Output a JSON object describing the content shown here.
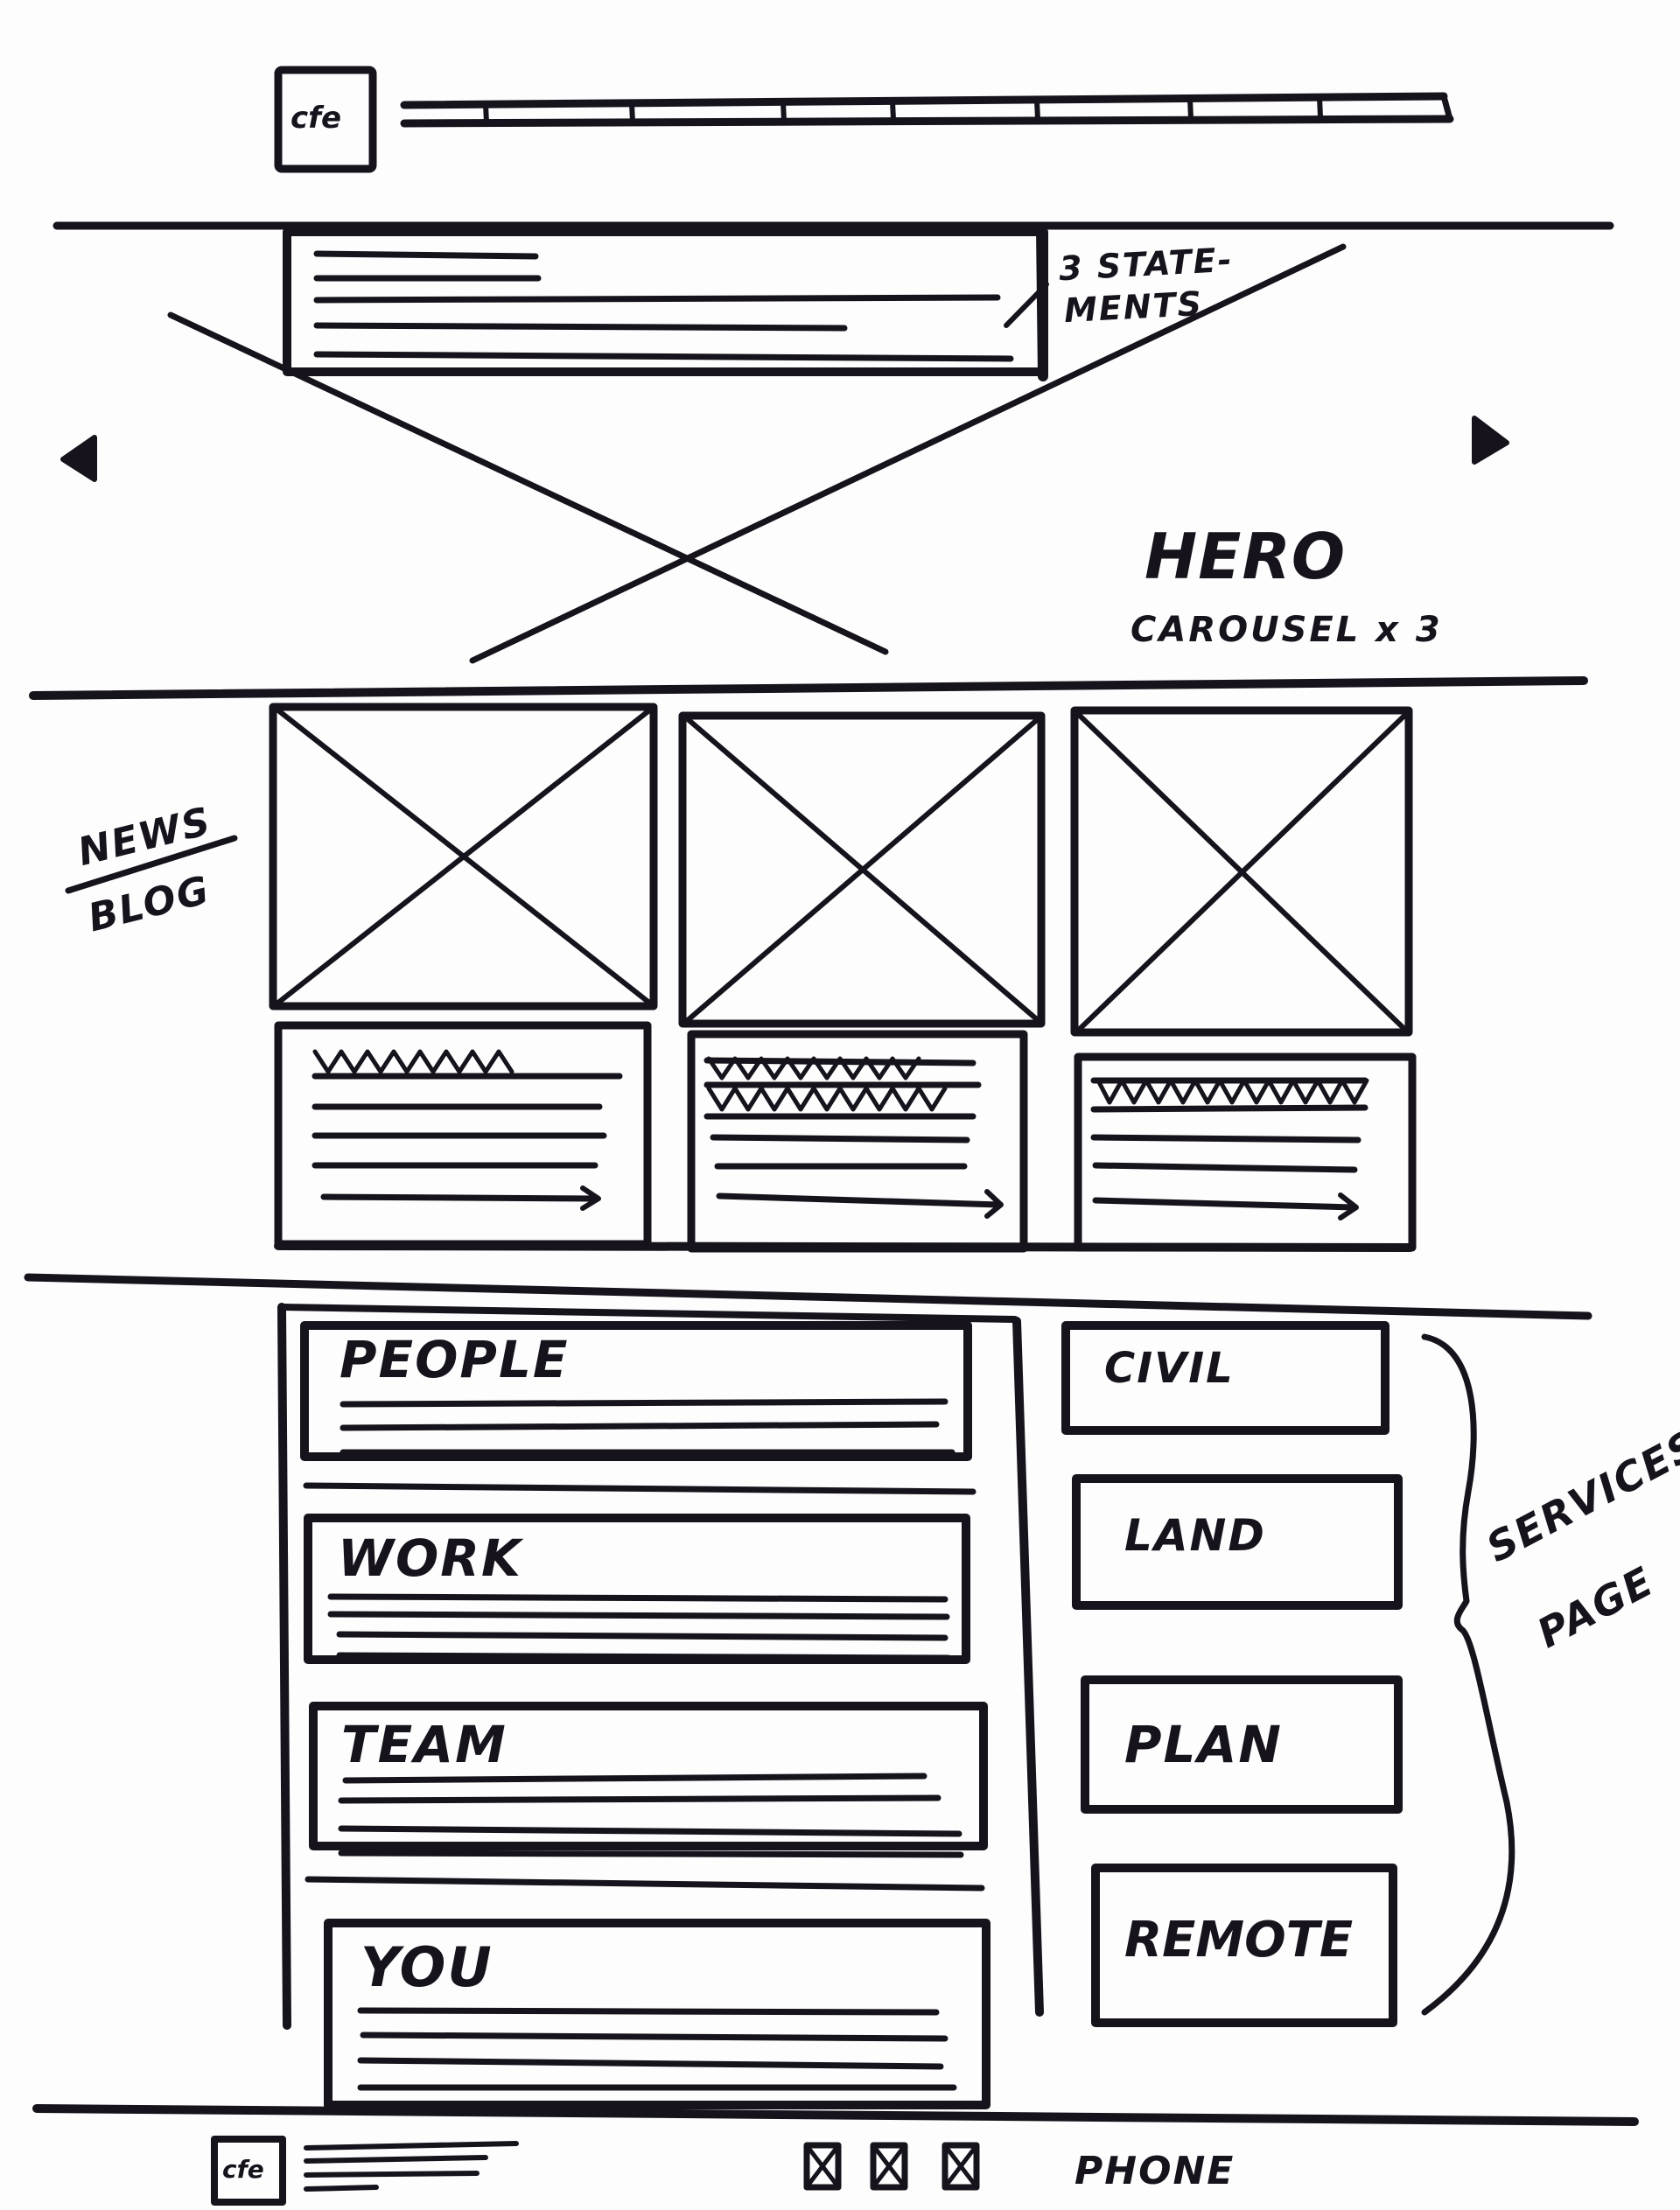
{
  "header": {
    "logo_text": "cfe"
  },
  "hero": {
    "statement_note_line1": "3 STATE-",
    "statement_note_line2": "MENTS",
    "title": "HERO",
    "subtitle": "CAROUSEL x 3"
  },
  "news": {
    "label_top": "NEWS",
    "label_bottom": "BLOG"
  },
  "sections": {
    "items": [
      {
        "label": "PEOPLE"
      },
      {
        "label": "WORK"
      },
      {
        "label": "TEAM"
      },
      {
        "label": "YOU"
      }
    ]
  },
  "services": {
    "items": [
      {
        "label": "CIVIL"
      },
      {
        "label": "LAND"
      },
      {
        "label": "PLAN"
      },
      {
        "label": "REMOTE"
      }
    ],
    "note_line1": "SERVICES",
    "note_line2": "PAGE"
  },
  "footer": {
    "logo_text": "cfe",
    "phone_label": "PHONE"
  },
  "colors": {
    "ink": "#16131c",
    "paper": "#fdfdfd"
  }
}
